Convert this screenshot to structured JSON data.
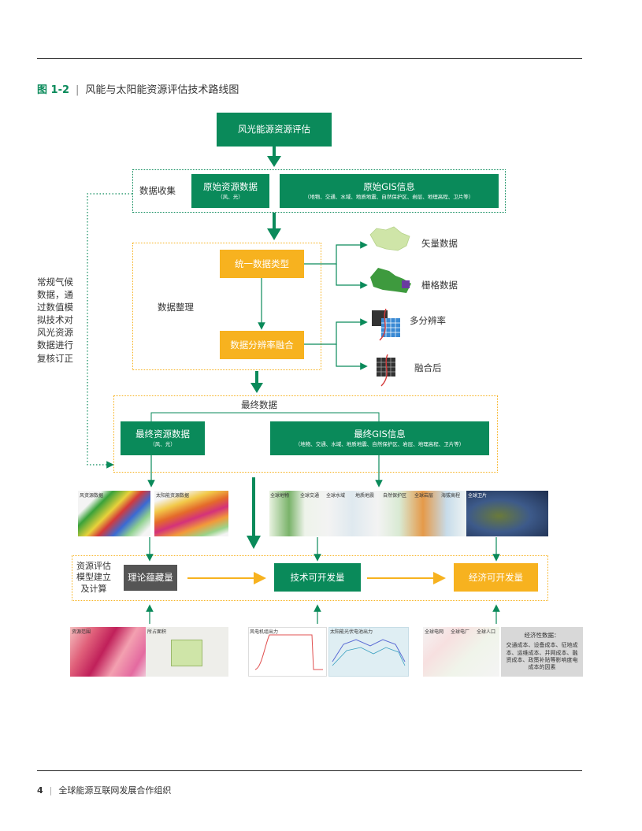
{
  "figure": {
    "number": "图 1-2",
    "title": "风能与太阳能资源评估技术路线图"
  },
  "footer": {
    "page": "4",
    "org": "全球能源互联网发展合作组织"
  },
  "nodes": {
    "top": "风光能源资源评估",
    "collect_label": "数据收集",
    "raw_resource": {
      "main": "原始资源数据",
      "sub": "（风、光）"
    },
    "raw_gis": {
      "main": "原始GIS信息",
      "sub": "（地物、交通、水域、地质地震、自然保护区、岩层、地理高程、卫片等）"
    },
    "unify": "统一数据类型",
    "organize_label": "数据整理",
    "fusion": "数据分辨率融合",
    "vector": "矢量数据",
    "raster": "栅格数据",
    "multires": "多分辨率",
    "fused": "融合后",
    "final_label": "最终数据",
    "final_resource": {
      "main": "最终资源数据",
      "sub": "（风、光）"
    },
    "final_gis": {
      "main": "最终GIS信息",
      "sub": "（地物、交通、水域、地质地震、自然保护区、岩层、地理高程、卫片等）"
    },
    "model_label": "资源评估\n模型建立\n及计算",
    "theory": "理论蕴藏量",
    "tech": "技术可开发量",
    "econ": "经济可开发量",
    "side_note": "常规气候\n数据，通\n过数值模\n拟技术对\n风光资源\n数据进行\n复核订正"
  },
  "thumbs": {
    "wind": "风资源数据",
    "solar": "太阳能资源数据",
    "gis": [
      "全球地物",
      "全球交通",
      "全球水域",
      "地质地震",
      "自然保护区",
      "全球岩层",
      "海拔高程",
      "全球卫片"
    ],
    "res_range": "资源范围",
    "area": "所占面积",
    "wind_output": "风电机组出力",
    "pv_output": "太阳能光伏电池出力",
    "grid": "全球电网",
    "plant": "全球电厂",
    "pop": "全球人口",
    "econ_title": "经济性数据：",
    "econ_body": "交通成本、设备成本、征地成本、运维成本、并网成本、融资成本、政策补贴等影响度电成本的因素"
  },
  "colors": {
    "green": "#0a8a5a",
    "yellow": "#f7b21f",
    "gray": "#555555",
    "arrow_green": "#0a8a5a",
    "arrow_yellow": "#f7b21f"
  }
}
